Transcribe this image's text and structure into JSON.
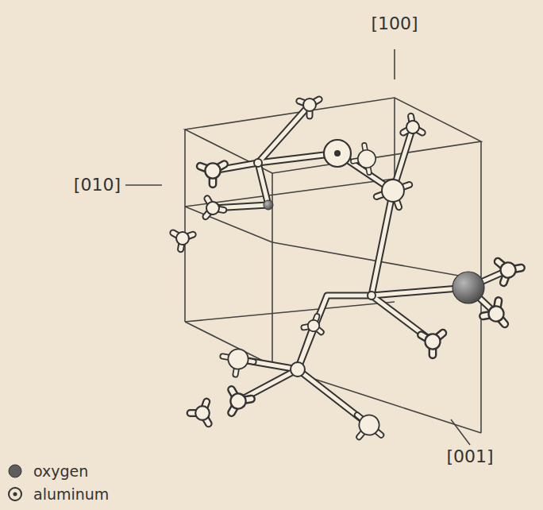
{
  "diagram": {
    "labels": [
      "[100]",
      "[010]",
      "[001]"
    ],
    "legend": [
      {
        "text": "oxygen",
        "color": "#5e5e5e"
      },
      {
        "text": "aluminum"
      }
    ]
  }
}
